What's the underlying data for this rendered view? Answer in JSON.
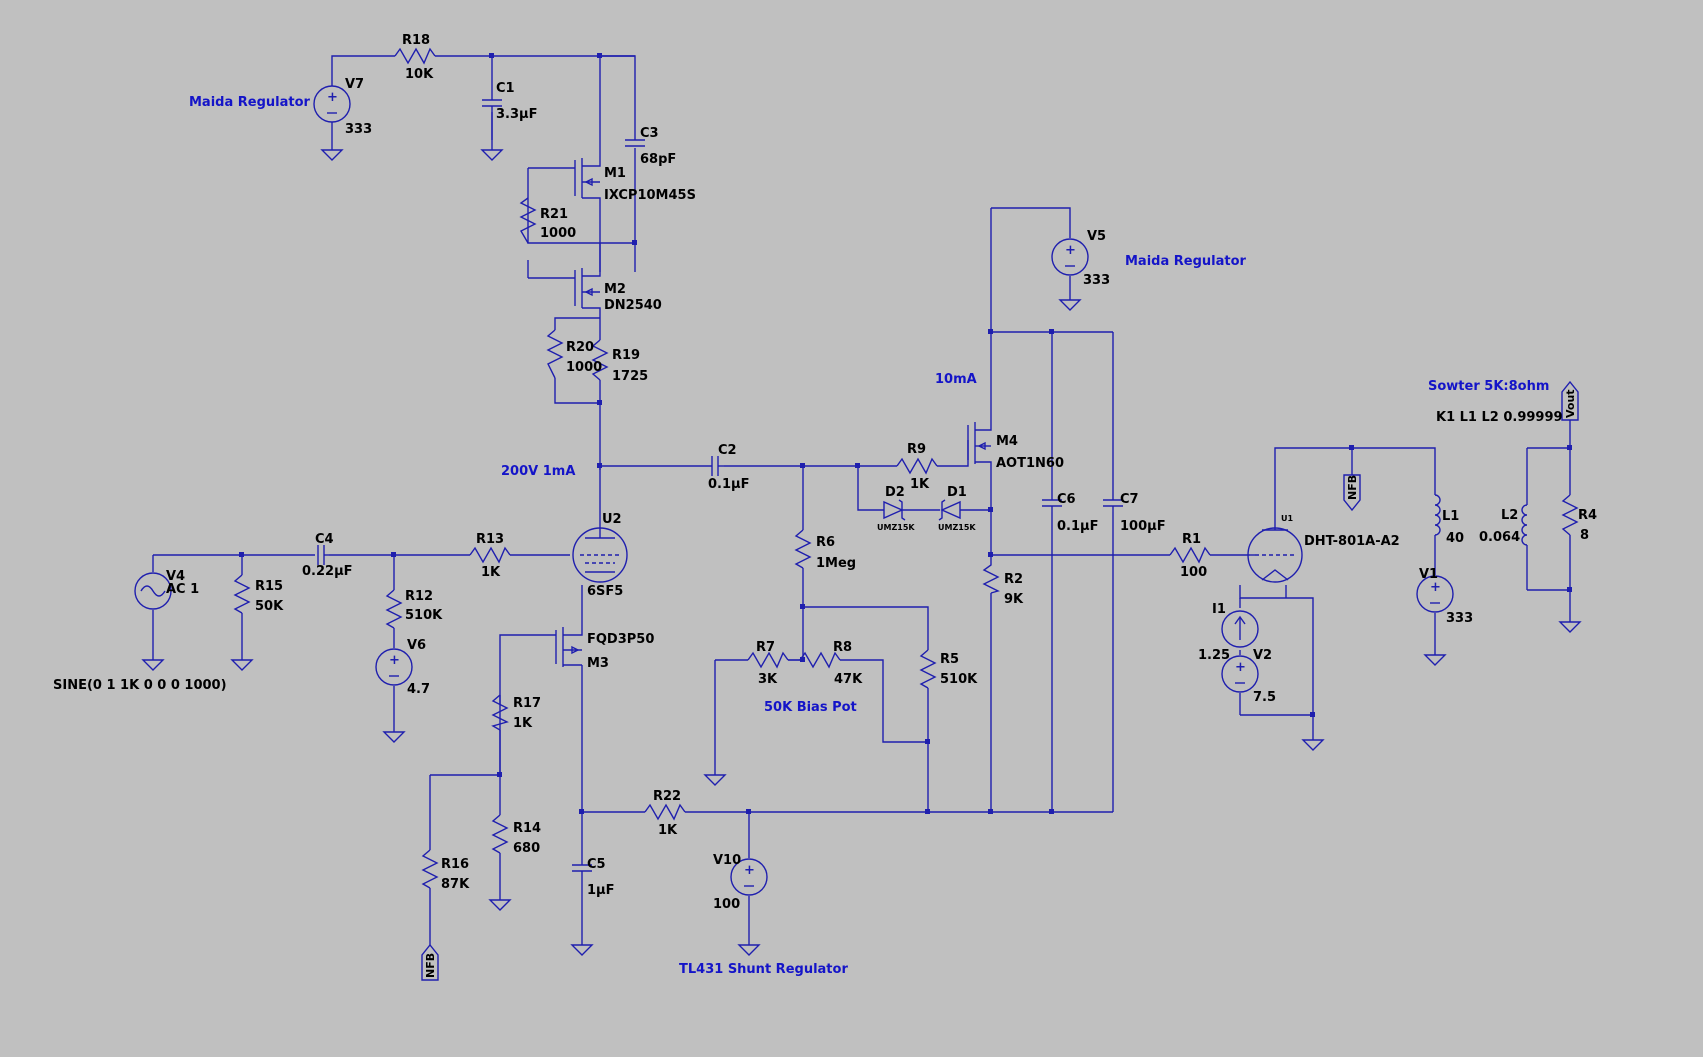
{
  "notes": {
    "maida1": "Maida Regulator",
    "maida2": "Maida Regulator",
    "ma10": "10mA",
    "v200": "200V 1mA",
    "biaspot": "50K Bias Pot",
    "tl431": "TL431 Shunt Regulator",
    "sowter": "Sowter 5K:8ohm",
    "k1": "K1 L1 L2 0.99999",
    "sine": "SINE(0 1 1K 0 0 0 1000)"
  },
  "flags": {
    "vout": "Vout",
    "nfb1": "NFB",
    "nfb2": "NFB"
  },
  "parts": {
    "R18": {
      "name": "R18",
      "value": "10K"
    },
    "C1": {
      "name": "C1",
      "value": "3.3µF"
    },
    "V7": {
      "name": "V7",
      "value": "333"
    },
    "C3": {
      "name": "C3",
      "value": "68pF"
    },
    "M1": {
      "name": "M1",
      "value": "IXCP10M45S"
    },
    "R21": {
      "name": "R21",
      "value": "1000"
    },
    "M2": {
      "name": "M2",
      "value": "DN2540"
    },
    "R20": {
      "name": "R20",
      "value": "1000"
    },
    "R19": {
      "name": "R19",
      "value": "1725"
    },
    "C2": {
      "name": "C2",
      "value": "0.1µF"
    },
    "R9": {
      "name": "R9",
      "value": "1K"
    },
    "M4": {
      "name": "M4",
      "value": "AOT1N60"
    },
    "D2": {
      "name": "D2",
      "value": "UMZ15K"
    },
    "D1": {
      "name": "D1",
      "value": "UMZ15K"
    },
    "V5": {
      "name": "V5",
      "value": "333"
    },
    "C6": {
      "name": "C6",
      "value": "0.1µF"
    },
    "C7": {
      "name": "C7",
      "value": "100µF"
    },
    "R2": {
      "name": "R2",
      "value": "9K"
    },
    "R1": {
      "name": "R1",
      "value": "100"
    },
    "U1": {
      "name": "U1",
      "value": "DHT-801A-A2"
    },
    "L1": {
      "name": "L1",
      "value": "40"
    },
    "V1": {
      "name": "V1",
      "value": "333"
    },
    "I1": {
      "name": "I1",
      "value": "1.25"
    },
    "V2": {
      "name": "V2",
      "value": "7.5"
    },
    "L2": {
      "name": "L2",
      "value": "0.064"
    },
    "R4": {
      "name": "R4",
      "value": "8"
    },
    "V4": {
      "name": "V4",
      "value": "AC 1"
    },
    "R15": {
      "name": "R15",
      "value": "50K"
    },
    "C4": {
      "name": "C4",
      "value": "0.22µF"
    },
    "R12": {
      "name": "R12",
      "value": "510K"
    },
    "V6": {
      "name": "V6",
      "value": "4.7"
    },
    "R13": {
      "name": "R13",
      "value": "1K"
    },
    "U2": {
      "name": "U2",
      "value": "6SF5"
    },
    "M3": {
      "name": "M3",
      "value": "FQD3P50"
    },
    "R17": {
      "name": "R17",
      "value": "1K"
    },
    "R14": {
      "name": "R14",
      "value": "680"
    },
    "R16": {
      "name": "R16",
      "value": "87K"
    },
    "C5": {
      "name": "C5",
      "value": "1µF"
    },
    "R22": {
      "name": "R22",
      "value": "1K"
    },
    "V10": {
      "name": "V10",
      "value": "100"
    },
    "R6": {
      "name": "R6",
      "value": "1Meg"
    },
    "R7": {
      "name": "R7",
      "value": "3K"
    },
    "R8": {
      "name": "R8",
      "value": "47K"
    },
    "R5": {
      "name": "R5",
      "value": "510K"
    }
  }
}
